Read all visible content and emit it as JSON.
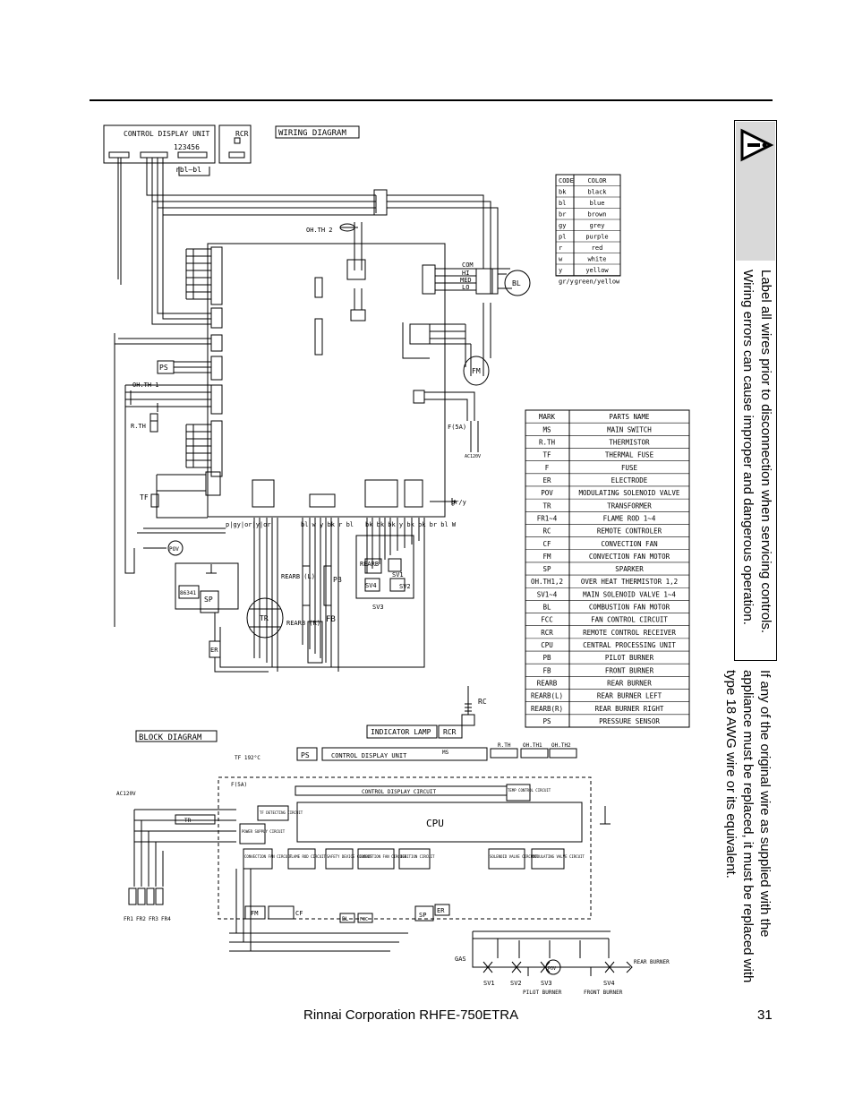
{
  "footer": {
    "left": "Rinnai Corporation RHFE-750ETRA",
    "page": "31"
  },
  "warning": {
    "icon": "warning-triangle-icon",
    "line1": "Label all wires prior to disconnection when servicing controls.",
    "line2": "Wiring errors can cause improper and dangerous operation.",
    "note1": "If any of the original wire as supplied with the",
    "note2": "appliance must be replaced, it must be replaced with",
    "note3": "type 18 AWG wire or its equivalent."
  },
  "wiring": {
    "title": "WIRING DIAGRAM",
    "control_display_unit": "CONTROL DISPLAY UNIT",
    "cdu_pins": "123456",
    "cdu_wires": "rbl—bl",
    "rcr": "RCR",
    "oh_th2": "OH.TH 2",
    "oh_th1": "OH.TH 1",
    "rth": "R.TH",
    "ps": "PS",
    "tf": "TF",
    "pov": "POV",
    "tr": "TR",
    "sp": "SP",
    "er": "ER",
    "connector_86341": "86341",
    "rearb_l": "REARB (L)",
    "rearb_r": "REARB (R)",
    "pb": "PB",
    "fb": "FB",
    "rearb": "REARB",
    "sv1": "SV1",
    "sv2": "SV2",
    "sv3": "SV3",
    "sv4": "SV4",
    "bl": "BL",
    "fm": "FM",
    "f5a": "F(5A)",
    "ac120v": "AC120V",
    "gry": "gr/y",
    "fan_hi": "HI",
    "fan_med": "MED",
    "fan_lo": "LO",
    "fan_com": "COM",
    "bottom_wires": "p|gy|or|y|or",
    "bottom_wires2": "bl w y bk r bl",
    "bottom_wires3": "bk bk bk y bk bk br bl W"
  },
  "color_table": {
    "headers": [
      "CODE",
      "COLOR"
    ],
    "rows": [
      [
        "bk",
        "black"
      ],
      [
        "bl",
        "blue"
      ],
      [
        "br",
        "brown"
      ],
      [
        "gy",
        "grey"
      ],
      [
        "pl",
        "purple"
      ],
      [
        "r",
        "red"
      ],
      [
        "w",
        "white"
      ],
      [
        "y",
        "yellow"
      ],
      [
        "gr/y",
        "green/yellow"
      ]
    ]
  },
  "parts_table": {
    "headers": [
      "MARK",
      "PARTS NAME"
    ],
    "rows": [
      [
        "MS",
        "MAIN SWITCH"
      ],
      [
        "R.TH",
        "THERMISTOR"
      ],
      [
        "TF",
        "THERMAL FUSE"
      ],
      [
        "F",
        "FUSE"
      ],
      [
        "ER",
        "ELECTRODE"
      ],
      [
        "POV",
        "MODULATING SOLENOID VALVE"
      ],
      [
        "TR",
        "TRANSFORMER"
      ],
      [
        "FR1~4",
        "FLAME ROD 1~4"
      ],
      [
        "RC",
        "REMOTE CONTROLER"
      ],
      [
        "CF",
        "CONVECTION FAN"
      ],
      [
        "FM",
        "CONVECTION FAN MOTOR"
      ],
      [
        "SP",
        "SPARKER"
      ],
      [
        "OH.TH1,2",
        "OVER HEAT THERMISTOR 1,2"
      ],
      [
        "SV1~4",
        "MAIN SOLENOID VALVE 1~4"
      ],
      [
        "BL",
        "COMBUSTION FAN MOTOR"
      ],
      [
        "FCC",
        "FAN CONTROL CIRCUIT"
      ],
      [
        "RCR",
        "REMOTE CONTROL RECEIVER"
      ],
      [
        "CPU",
        "CENTRAL PROCESSING UNIT"
      ],
      [
        "PB",
        "PILOT BURNER"
      ],
      [
        "FB",
        "FRONT BURNER"
      ],
      [
        "REARB",
        "REAR BURNER"
      ],
      [
        "REARB(L)",
        "REAR BURNER LEFT"
      ],
      [
        "REARB(R)",
        "REAR BURNER RIGHT"
      ],
      [
        "PS",
        "PRESSURE SENSOR"
      ]
    ]
  },
  "block": {
    "title": "BLOCK DIAGRAM",
    "indicator_lamp": "INDICATOR LAMP",
    "rcr": "RCR",
    "rc": "RC",
    "ps": "PS",
    "control_display_unit": "CONTROL DISPLAY UNIT",
    "ms": "MS",
    "rth": "R.TH",
    "ohth1": "OH.TH1",
    "ohth2": "OH.TH2",
    "tf": "TF 192°C",
    "f5a": "F(5A)",
    "ac120v": "AC120V",
    "control_display_circuit": "CONTROL DISPLAY CIRCUIT",
    "temp_control": "TEMP CONTROL CIRCUIT",
    "tr": "TR",
    "tf_detect": "TF DETECTING CIRCUIT",
    "cpu": "CPU",
    "power_supply": "POWER SUPPLY CIRCUIT",
    "conv_fan": "CONVECTION FAN CIRCUIT",
    "flame_rod": "FLAME ROD CIRCUIT",
    "safety": "SAFETY DEVICE CIRCUIT",
    "comb_fan": "COMBUSTION FAN CIRCUIT",
    "ignition": "IGNITION CIRCUIT",
    "solenoid": "SOLENOID VALVE CIRCUIT",
    "modulating": "MODULATING VALVE CIRCUIT",
    "fm": "FM",
    "cf": "CF",
    "bl": "BL",
    "fcc": "FCC",
    "sp": "SP",
    "er": "ER",
    "fr": [
      "FR1",
      "FR2",
      "FR3",
      "FR4"
    ],
    "gas": "GAS",
    "sv": [
      "SV1",
      "SV2",
      "SV3",
      "POV",
      "SV4"
    ],
    "pilot": "PILOT BURNER",
    "front": "FRONT BURNER",
    "rear": "REAR BURNER"
  }
}
